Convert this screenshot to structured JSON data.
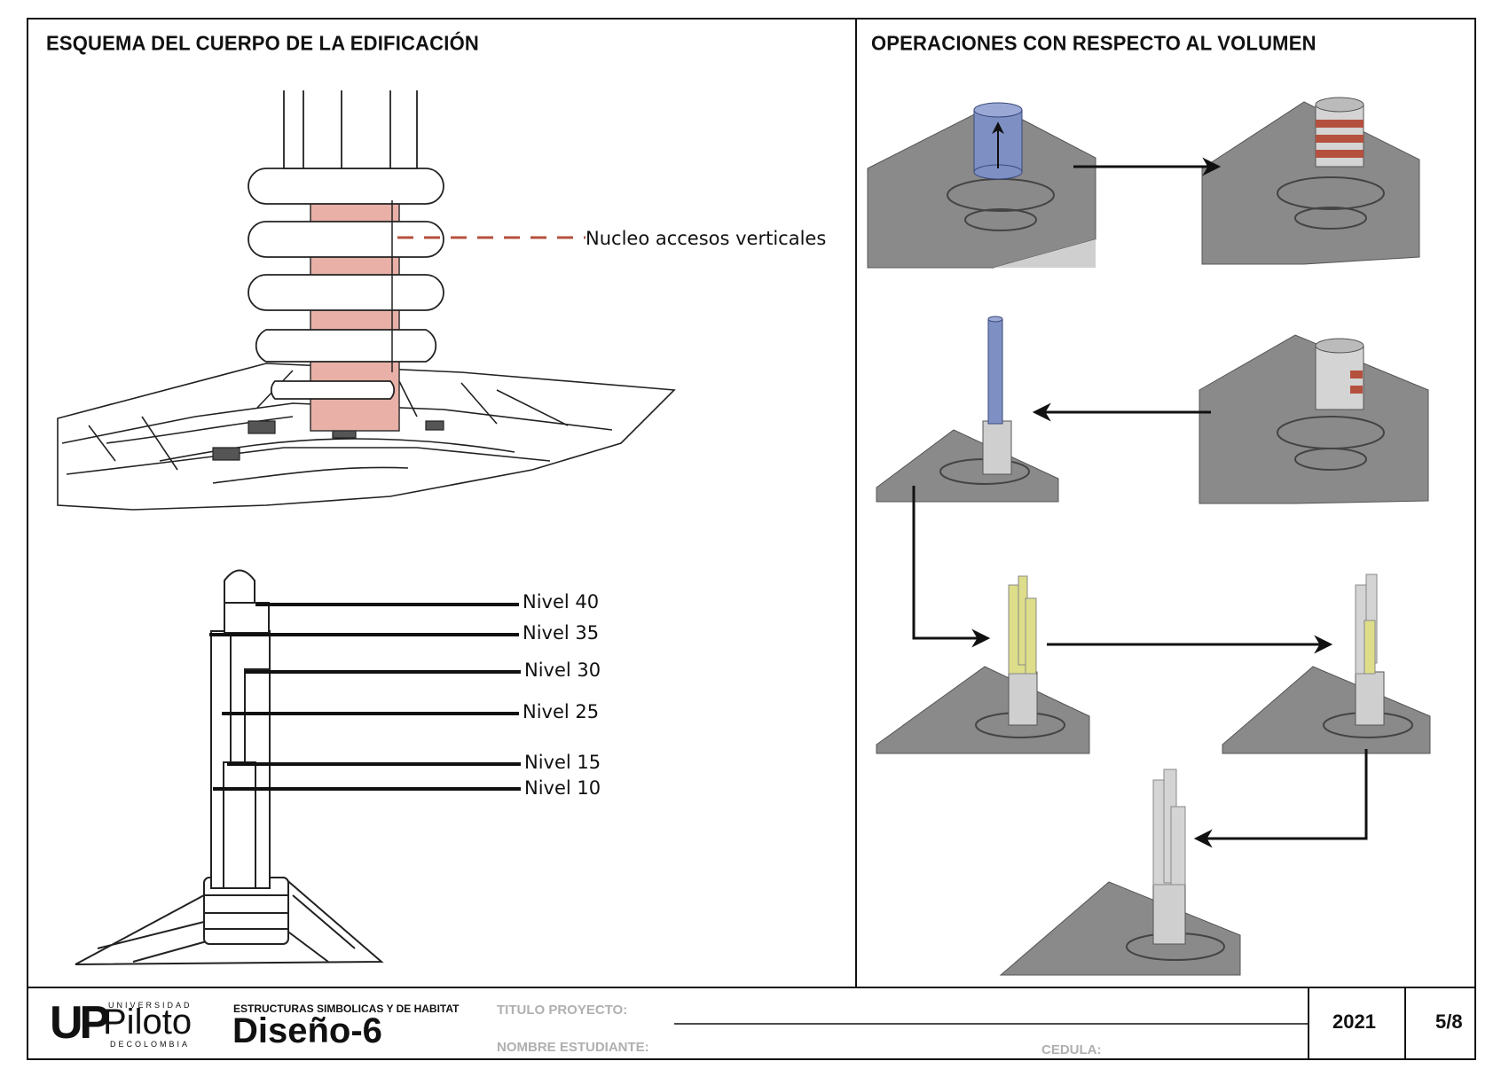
{
  "left_panel": {
    "title": "ESQUEMA DEL CUERPO DE LA EDIFICACIÓN",
    "annotation": "Nucleo accesos verticales",
    "levels": [
      "Nivel 40",
      "Nivel 35",
      "Nivel 30",
      "Nivel 25",
      "Nivel 15",
      "Nivel 10"
    ]
  },
  "right_panel": {
    "title": "OPERACIONES CON RESPECTO AL VOLUMEN"
  },
  "footer": {
    "logo_top": "UNIVERSIDAD",
    "logo_mark": "UP",
    "logo_name": "Piloto",
    "logo_bottom": "DECOLOMBIA",
    "course": "ESTRUCTURAS SIMBOLICAS Y DE HABITAT",
    "course_name": "Diseño-6",
    "project_label": "TITULO PROYECTO:",
    "student_label": "NOMBRE ESTUDIANTE:",
    "id_label": "CEDULA:",
    "year": "2021",
    "page": "5/8"
  },
  "colors": {
    "core": "#e8b0a6",
    "blue": "#7e8fc4",
    "red_band": "#b4503e",
    "yellow": "#dede8a",
    "terrain": "#8a8a8a"
  }
}
